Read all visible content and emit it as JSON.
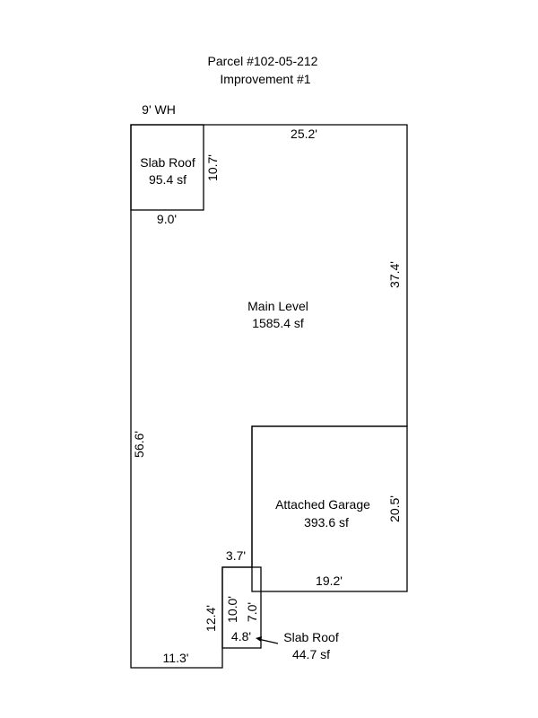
{
  "title": {
    "line1": "Parcel #102-05-212",
    "line2": "Improvement #1"
  },
  "wall_height": "9' WH",
  "areas": {
    "slab_roof_top": {
      "name": "Slab Roof",
      "area": "95.4 sf"
    },
    "main_level": {
      "name": "Main Level",
      "area": "1585.4 sf"
    },
    "attached_garage": {
      "name": "Attached Garage",
      "area": "393.6 sf"
    },
    "slab_roof_bottom": {
      "name": "Slab Roof",
      "area": "44.7 sf"
    }
  },
  "dimensions": {
    "top": "25.2'",
    "right_upper": "37.4'",
    "left": "56.6'",
    "slab_top_right": "10.7'",
    "slab_top_bottom": "9.0'",
    "garage_right": "20.5'",
    "garage_bottom": "19.2'",
    "notch_top": "3.7'",
    "notch_left": "12.4'",
    "bottom": "11.3'",
    "slab_bottom_left": "10.0'",
    "slab_bottom_right": "7.0'",
    "slab_bottom_bottom": "4.8'"
  }
}
